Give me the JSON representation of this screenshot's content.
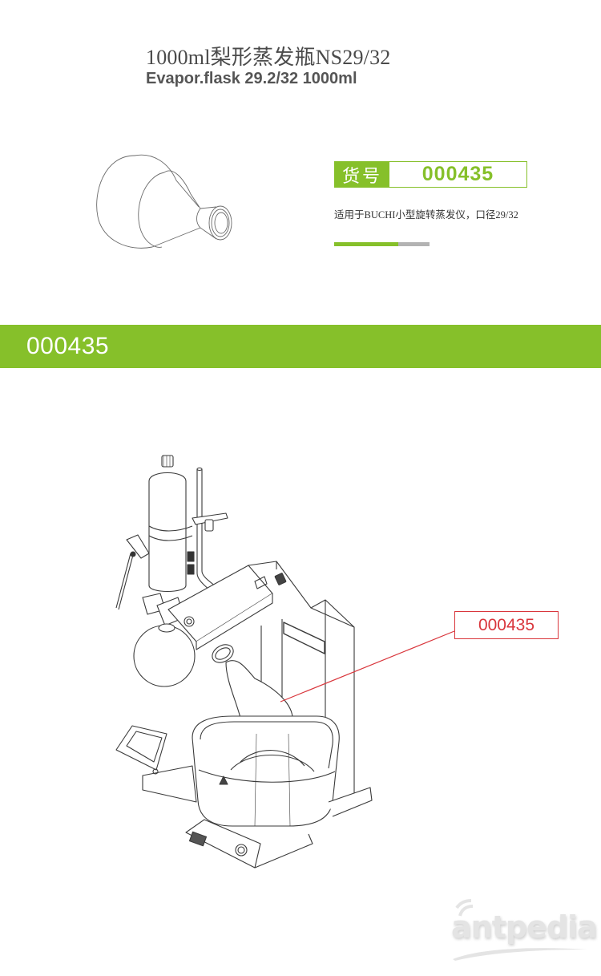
{
  "header": {
    "title_cn": "1000ml梨形蒸发瓶NS29/32",
    "title_en": "Evapor.flask 29.2/32 1000ml"
  },
  "product": {
    "item_no_label": "货号",
    "item_no": "000435",
    "description": "适用于BUCHI小型旋转蒸发仪，口径29/32",
    "progress_percent": 67
  },
  "section_banner": {
    "code": "000435"
  },
  "diagram": {
    "callout_label": "000435"
  },
  "watermark": {
    "text": "antpedia"
  },
  "colors": {
    "accent_green": "#86c02a",
    "callout_red": "#d9363c",
    "progress_gray": "#b3b3b3",
    "title_gray": "#4a4a4a"
  }
}
